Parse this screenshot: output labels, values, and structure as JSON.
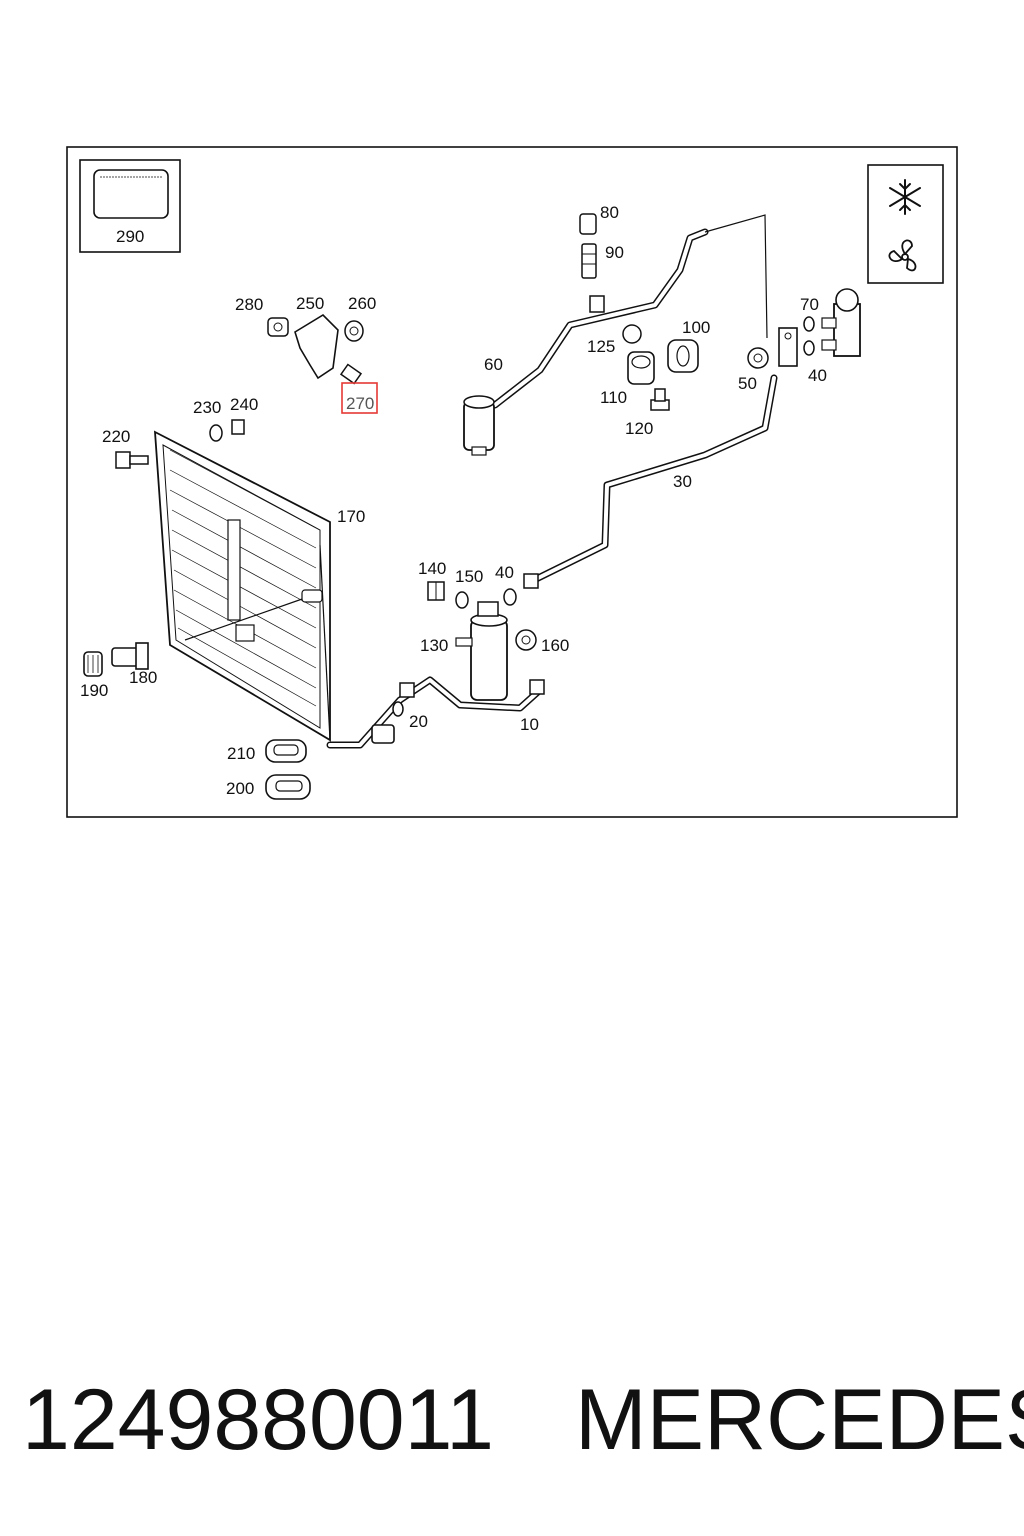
{
  "diagram": {
    "labels": {
      "l290": "290",
      "l280": "280",
      "l250": "250",
      "l260": "260",
      "l270": "270",
      "l230": "230",
      "l240": "240",
      "l220": "220",
      "l170": "170",
      "l190": "190",
      "l180": "180",
      "l210": "210",
      "l200": "200",
      "l80": "80",
      "l90": "90",
      "l60": "60",
      "l100": "100",
      "l125": "125",
      "l110": "110",
      "l120": "120",
      "l70": "70",
      "l50": "50",
      "l40a": "40",
      "l30": "30",
      "l140": "140",
      "l150": "150",
      "l40b": "40",
      "l130": "130",
      "l160": "160",
      "l20": "20",
      "l10": "10"
    },
    "highlighted_label": "270",
    "highlight_color": "#e53935",
    "icons": [
      "snowflake-icon",
      "fan-icon"
    ]
  },
  "footer": {
    "part_number": "1249880011",
    "brand": "MERCEDES"
  }
}
